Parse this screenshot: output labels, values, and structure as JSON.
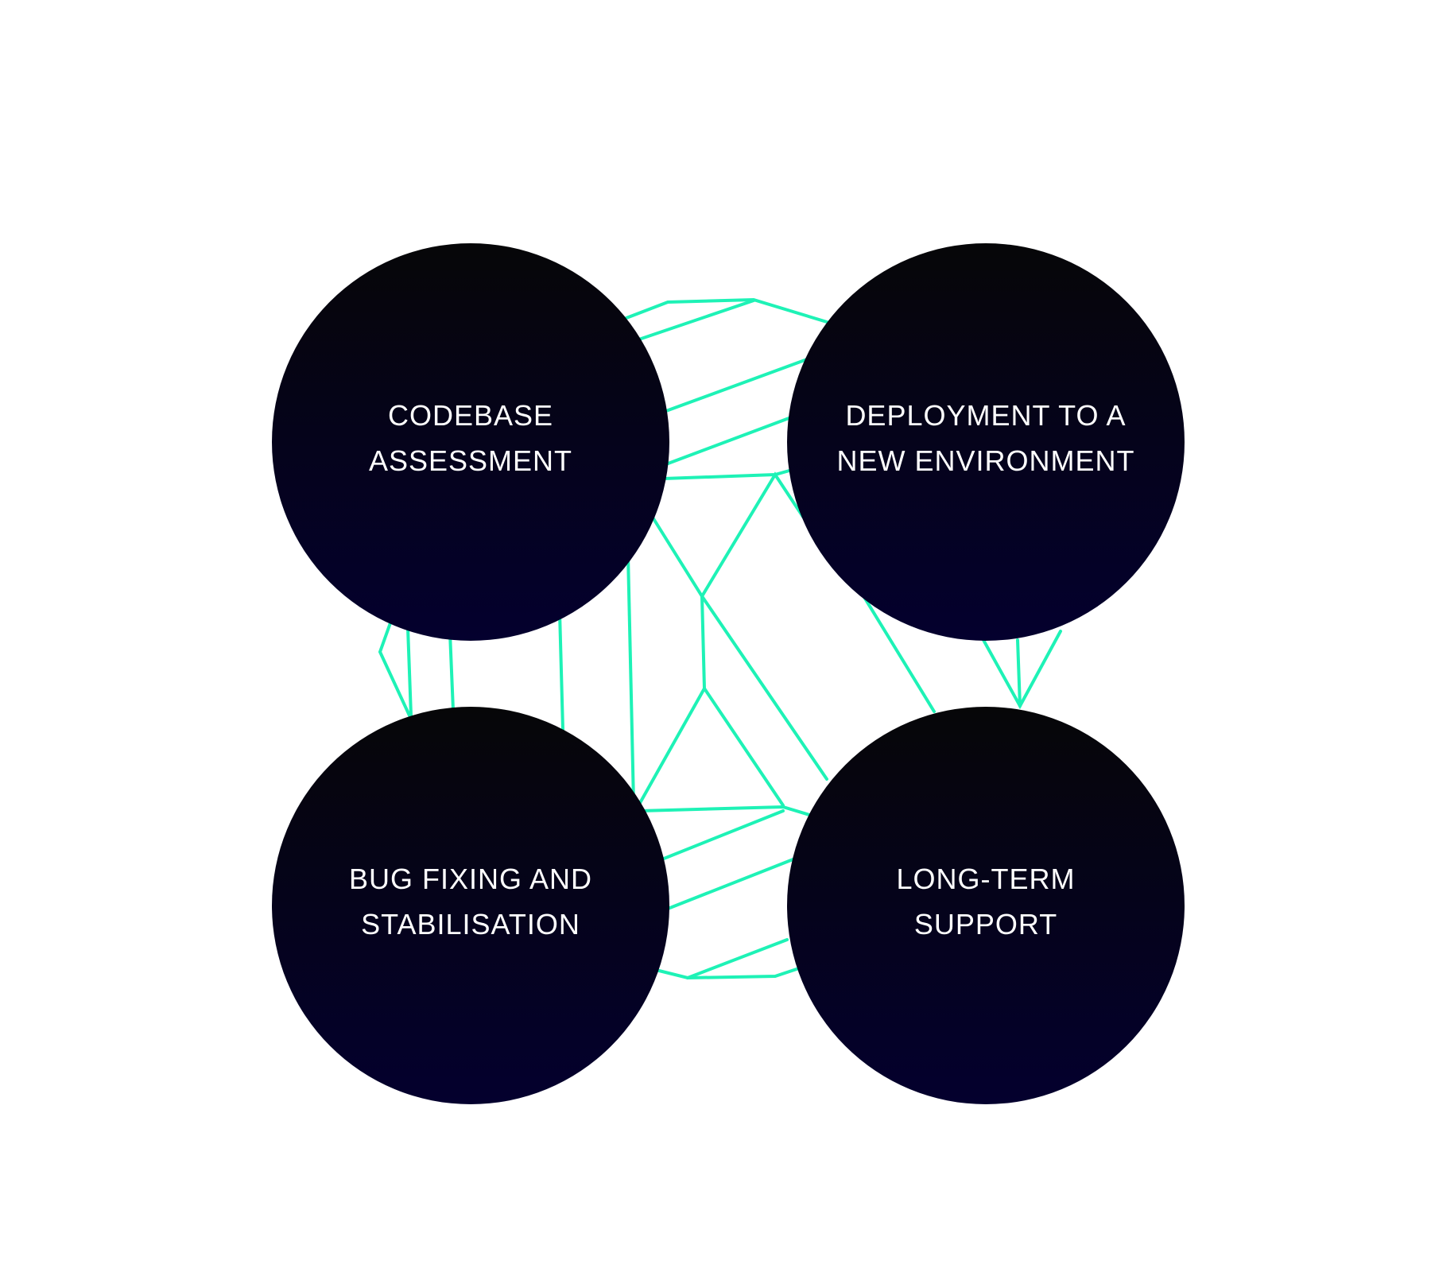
{
  "colors": {
    "background": "#ffffff",
    "circle_top": "#060608",
    "circle_bottom": "#04002e",
    "network_line": "#1ef2b6",
    "label_text": "#ffffff"
  },
  "nodes": [
    {
      "id": "codebase-assessment",
      "lines": [
        "CODEBASE",
        "ASSESSMENT"
      ]
    },
    {
      "id": "deployment",
      "lines": [
        "DEPLOYMENT TO A",
        "NEW ENVIRONMENT"
      ]
    },
    {
      "id": "bug-fixing",
      "lines": [
        "BUG FIXING AND",
        "STABILISATION"
      ]
    },
    {
      "id": "long-term-support",
      "lines": [
        "LONG-TERM",
        "SUPPORT"
      ]
    }
  ]
}
